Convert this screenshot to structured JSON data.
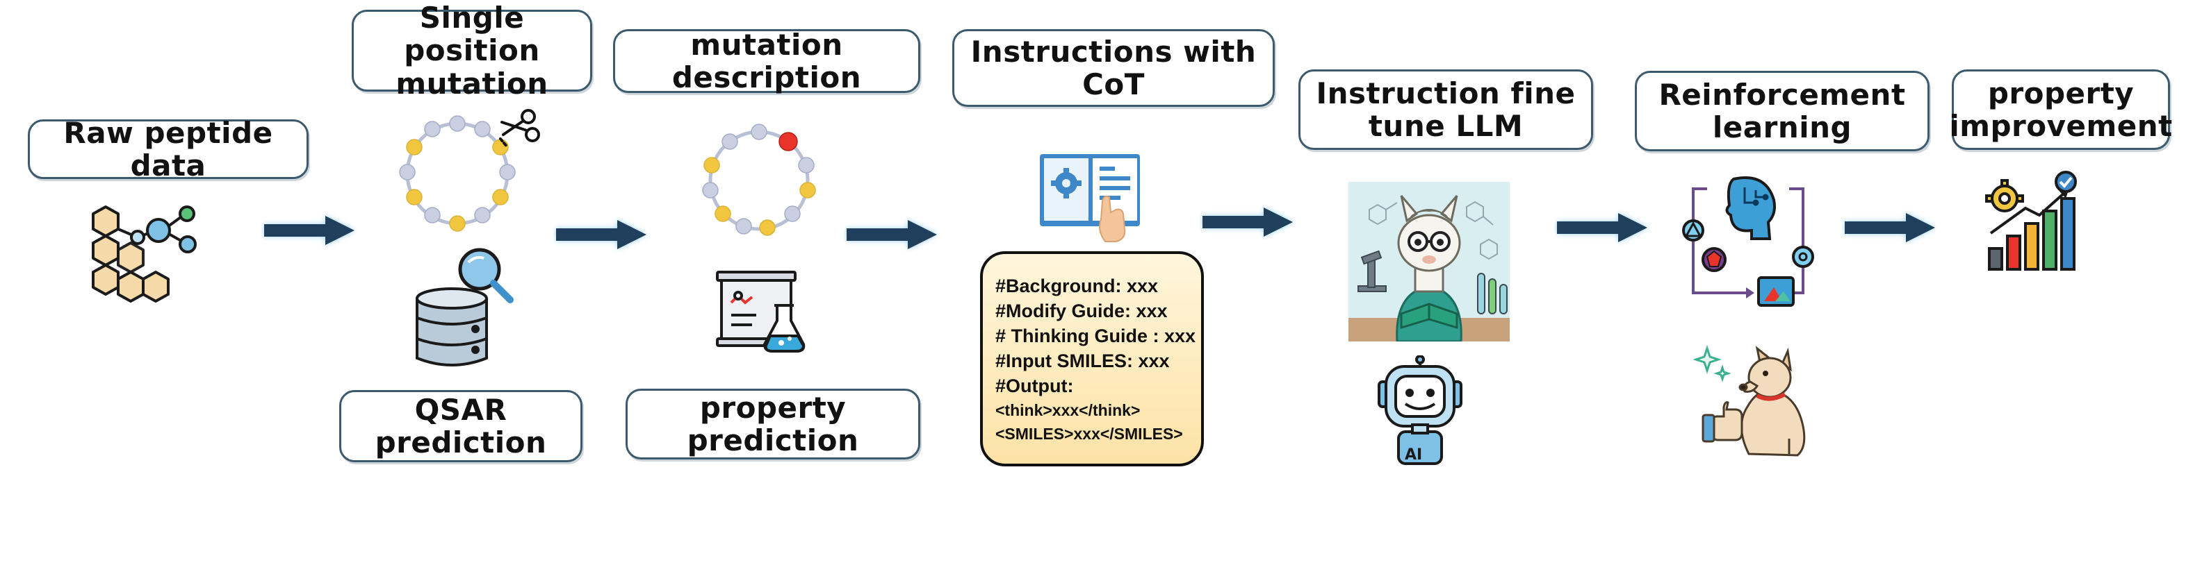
{
  "stages": {
    "raw": "Raw peptide data",
    "single_line1": "Single position",
    "single_line2": "mutation",
    "qsar": "QSAR prediction",
    "mutdesc": "mutation description",
    "propred": "property prediction",
    "cot": "Instructions with CoT",
    "ift_line1": "Instruction fine",
    "ift_line2": "tune LLM",
    "rl_line1": "Reinforcement",
    "rl_line2": "learning",
    "pi_line1": "property",
    "pi_line2": "improvement"
  },
  "instruction_box": {
    "background": "#Background: xxx",
    "modify": "#Modify Guide: xxx",
    "thinking": "# Thinking Guide : xxx",
    "input": "#Input SMILES: xxx",
    "output": "#Output:",
    "think_tag": "<think>xxx</think>",
    "smiles_tag": "<SMILES>xxx</SMILES>"
  },
  "robot_badge": "AI",
  "colors": {
    "arrow": "#1f3f5c",
    "label_border": "#3c5a6e",
    "bead_yellow": "#f3c63f",
    "bead_gray": "#c9cfe0",
    "bead_red": "#e8342b",
    "hexagon": "#f6d9a8"
  }
}
